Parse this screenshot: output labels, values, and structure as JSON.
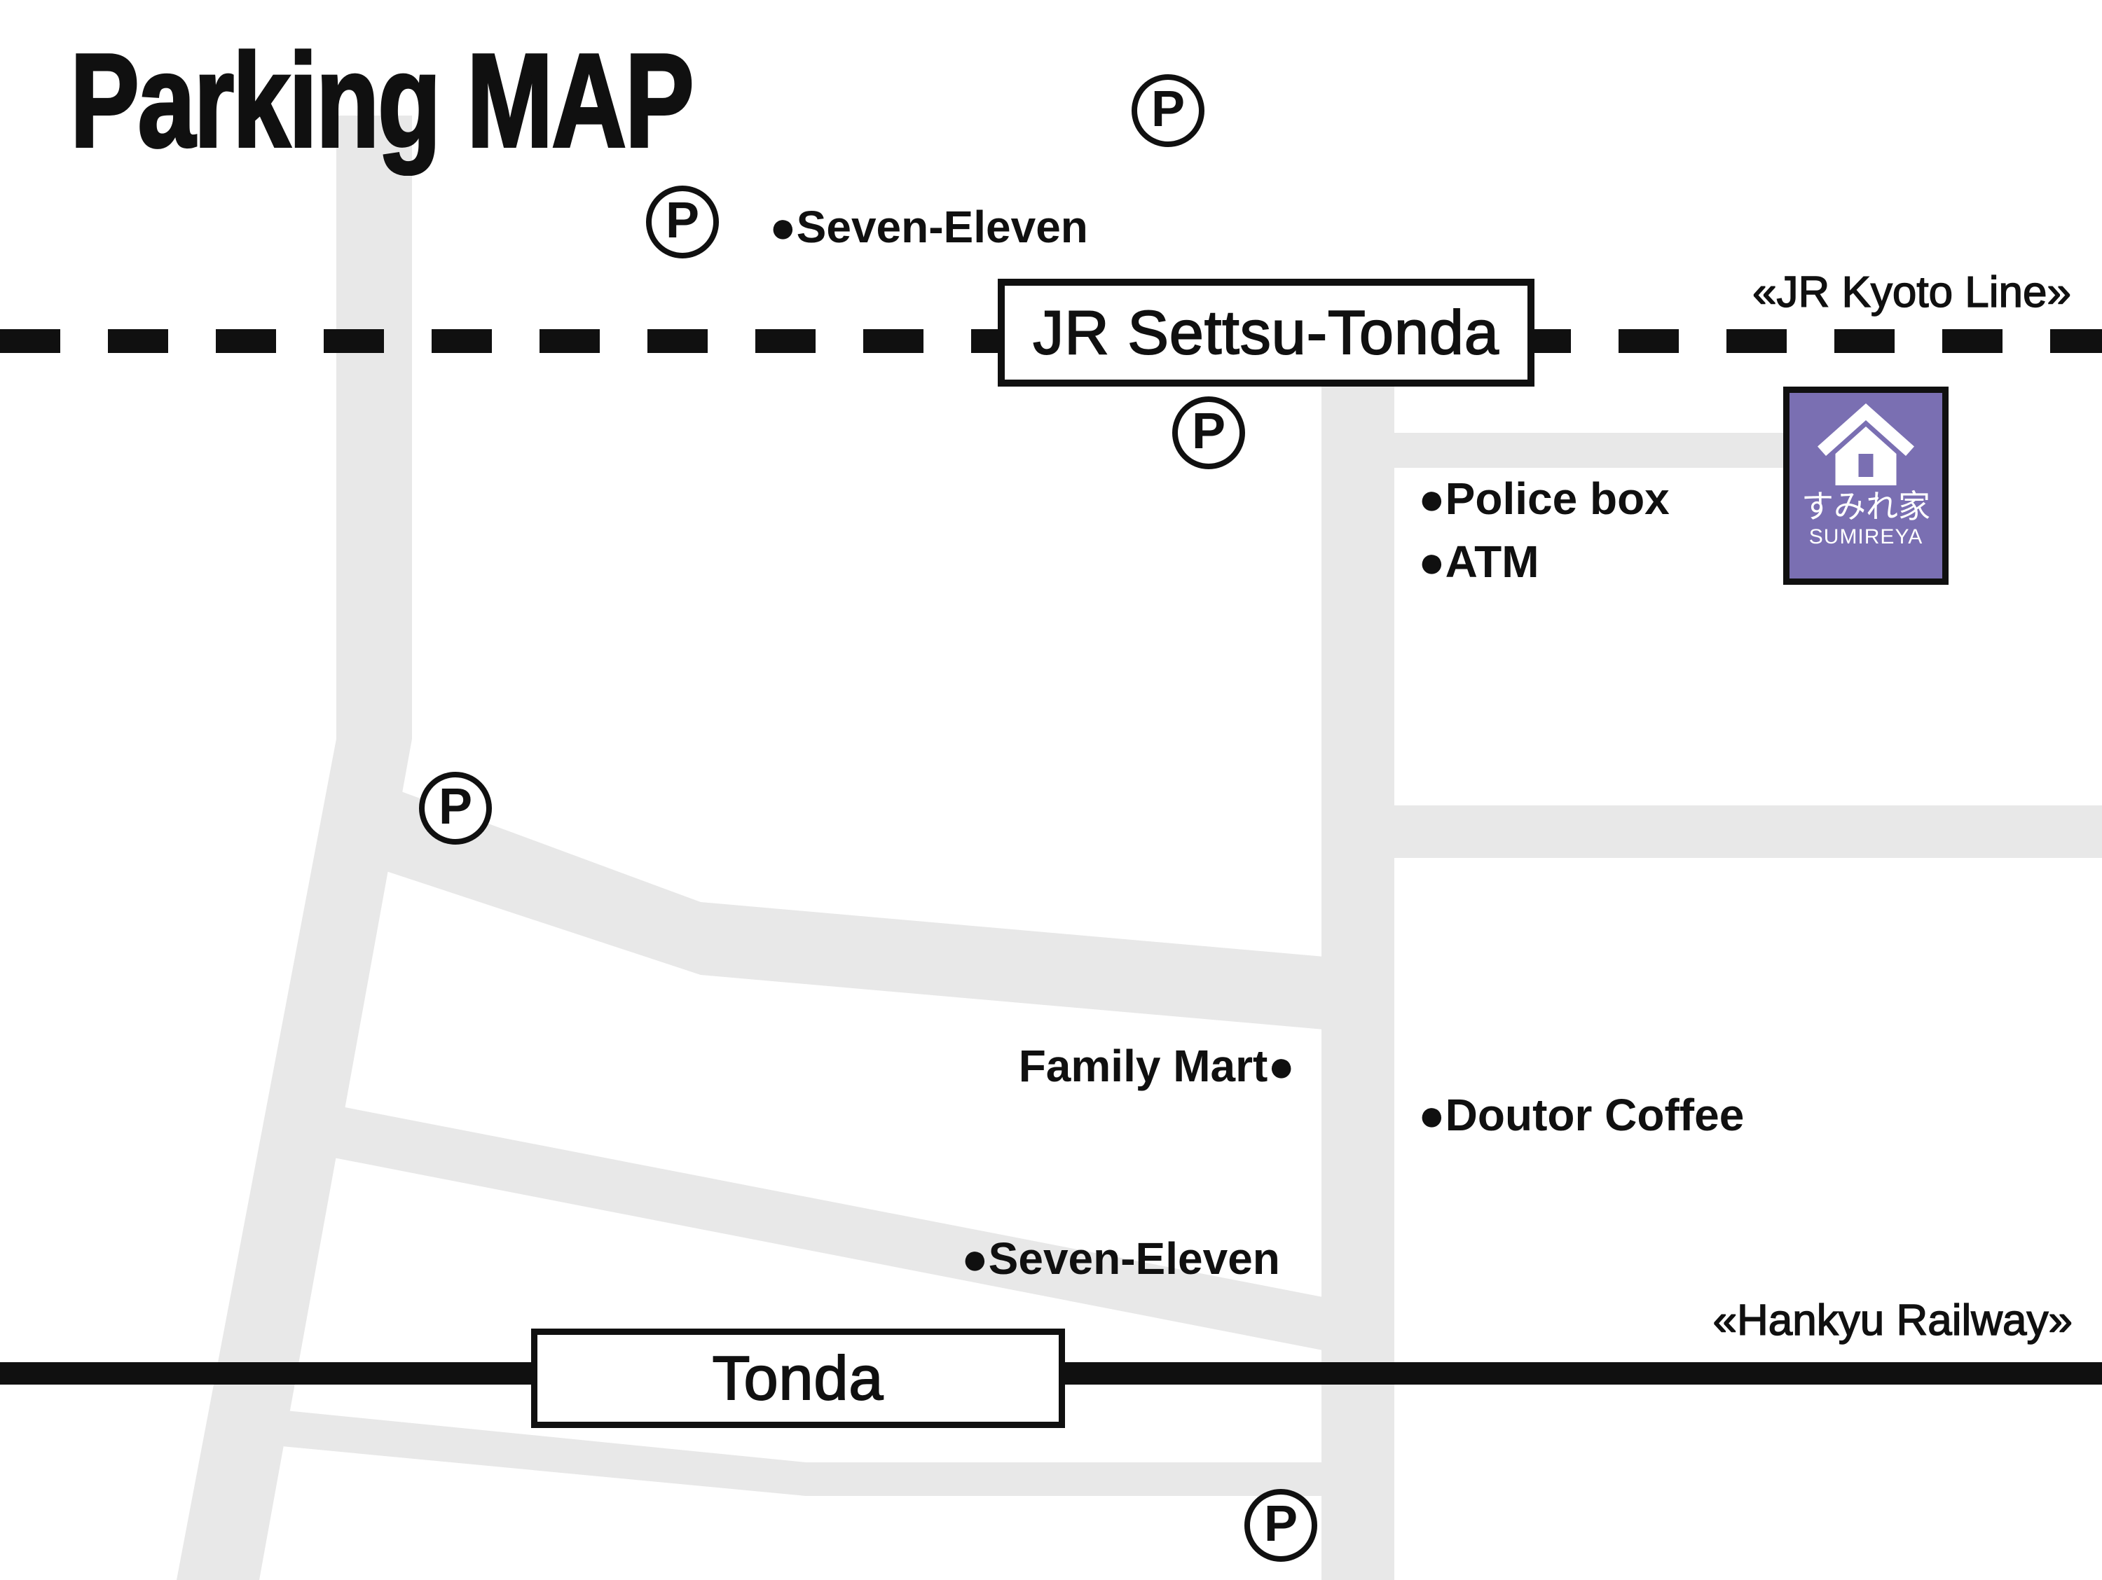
{
  "title": "Parking MAP",
  "colors": {
    "line": "#101010",
    "road": "#e8e8e8",
    "logo-purple": "#7a6fb2",
    "white": "#ffffff"
  },
  "railways": {
    "jr": {
      "name_label": "《JR Kyoto Line》",
      "station": "JR Settsu-Tonda",
      "style": "dashed"
    },
    "hankyu": {
      "name_label": "《Hankyu Railway》",
      "station": "Tonda",
      "style": "solid"
    }
  },
  "landmarks": {
    "seven_eleven_north": "●Seven-Eleven",
    "police_box": "●Police box",
    "atm": "●ATM",
    "family_mart": "Family Mart●",
    "doutor_coffee": "●Doutor Coffee",
    "seven_eleven_south": "●Seven-Eleven"
  },
  "parking": {
    "symbol": "P",
    "count": 5
  },
  "logo": {
    "name_jp": "すみれ家",
    "name_en": "SUMIREYA",
    "icon": "house-icon"
  }
}
